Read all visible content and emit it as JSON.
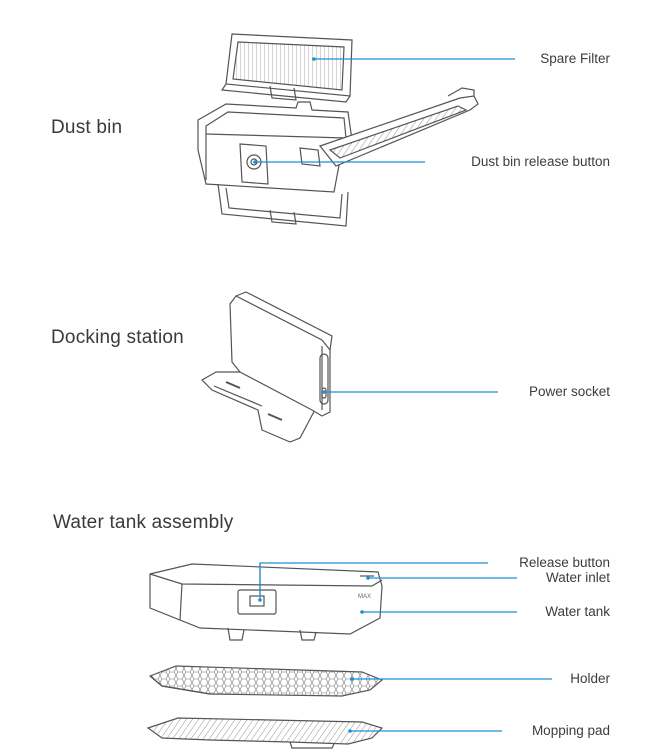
{
  "sections": {
    "dust_bin": {
      "title": "Dust bin",
      "labels": {
        "spare_filter": "Spare Filter",
        "release_button": "Dust bin release button"
      }
    },
    "docking_station": {
      "title": "Docking station",
      "labels": {
        "power_socket": "Power socket"
      }
    },
    "water_tank": {
      "title": "Water tank assembly",
      "labels": {
        "release_button": "Release button",
        "water_inlet": "Water inlet",
        "water_tank": "Water tank",
        "holder": "Holder",
        "mopping_pad": "Mopping pad"
      },
      "max_mark": "MAX"
    }
  },
  "colors": {
    "leader_line": "#1e90d6",
    "outline": "#555555"
  }
}
